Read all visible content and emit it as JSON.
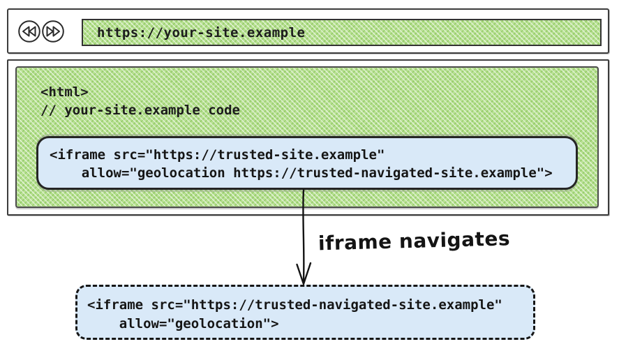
{
  "browser": {
    "url": "https://your-site.example",
    "back_icon": "rewind-icon",
    "forward_icon": "fast-forward-icon"
  },
  "page_code": {
    "line1": "<html>",
    "line2": "// your-site.example code"
  },
  "iframe_box": {
    "line1": "<iframe src=\"https://trusted-site.example\"",
    "line2": "    allow=\"geolocation https://trusted-navigated-site.example\">"
  },
  "arrow_label": "iframe navigates",
  "navigated_iframe_box": {
    "line1": "<iframe src=\"https://trusted-navigated-site.example\"",
    "line2": "    allow=\"geolocation\">"
  },
  "colors": {
    "hatch_green": "#b9e294",
    "hatch_line_green": "#7ab94a",
    "iframe_blue": "#d9e9f8",
    "border_dark": "#2b2b2b",
    "background": "#ffffff"
  }
}
